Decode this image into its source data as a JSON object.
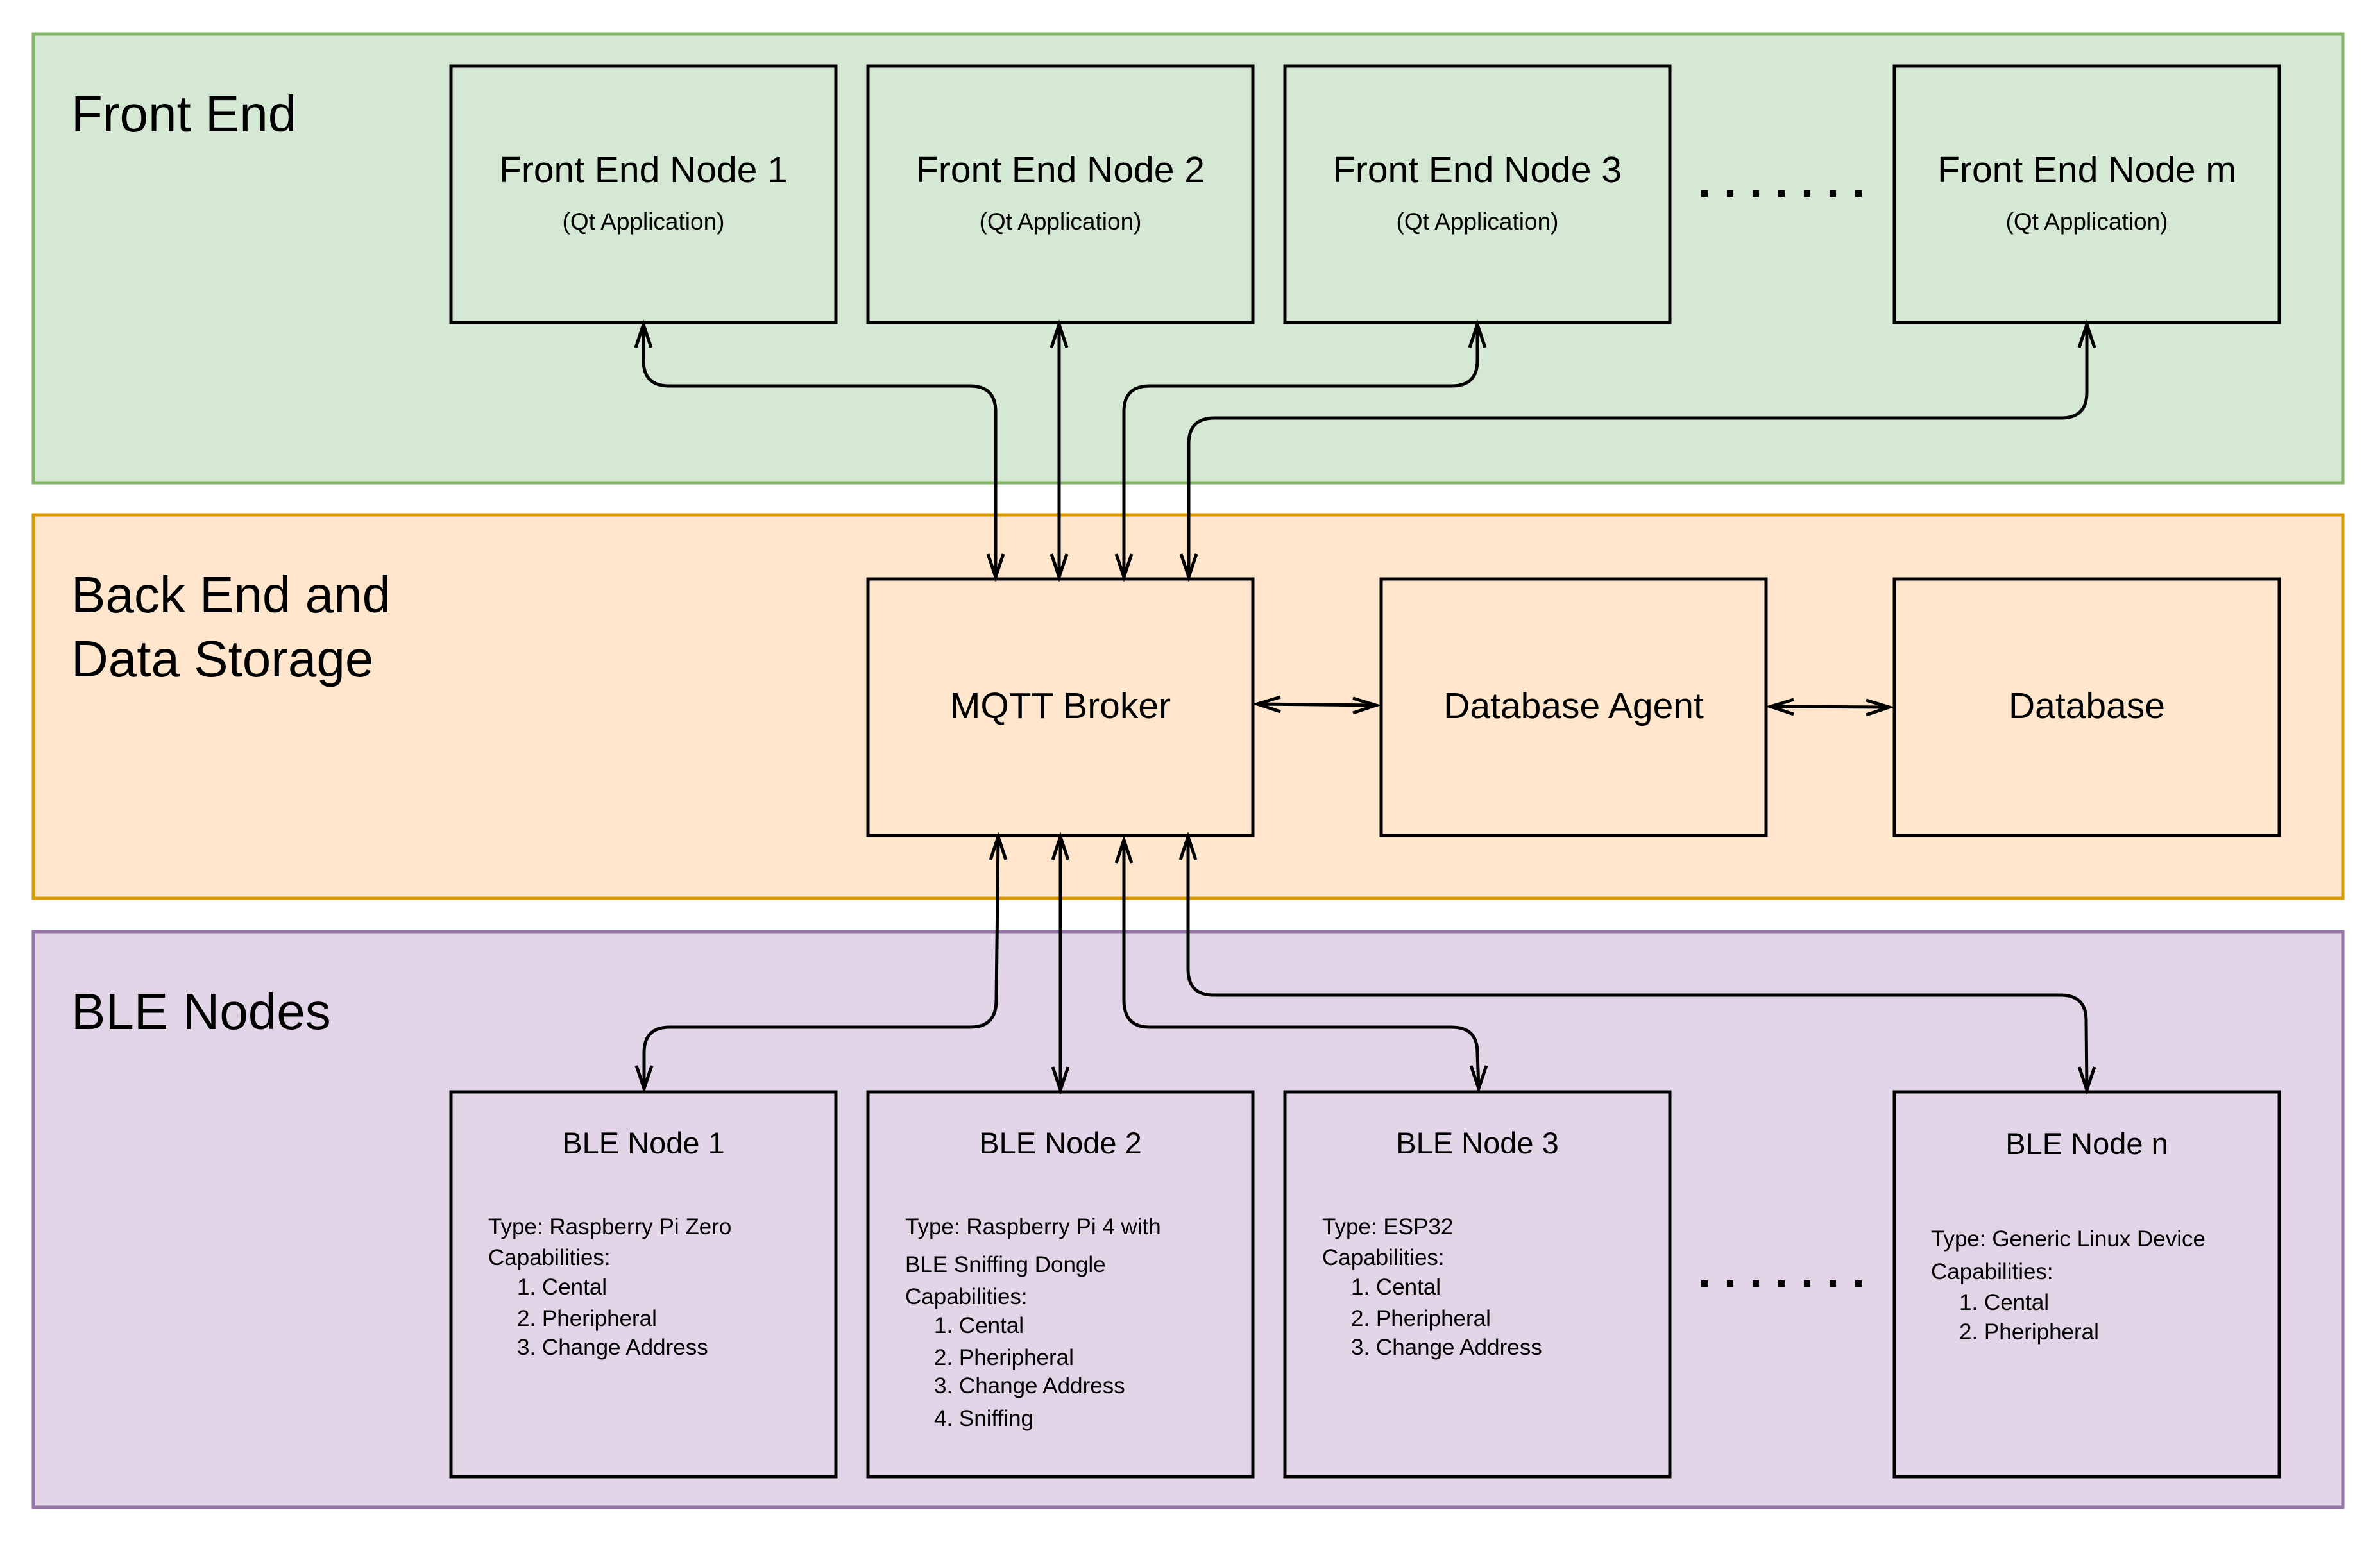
{
  "colors": {
    "front_end_fill": "#d5e8d4",
    "front_end_border": "#82b366",
    "back_end_fill": "#ffe6cc",
    "back_end_border": "#d79b00",
    "ble_fill": "#e1d5e7",
    "ble_border": "#9673a6",
    "line": "#000000"
  },
  "sections": {
    "front_end": {
      "label": "Front End"
    },
    "back_end": {
      "label_line1": "Back End and",
      "label_line2": "Data Storage"
    },
    "ble": {
      "label": "BLE Nodes"
    }
  },
  "front_end_nodes": [
    {
      "title": "Front End Node 1",
      "subtitle": "(Qt Application)"
    },
    {
      "title": "Front End Node 2",
      "subtitle": "(Qt Application)"
    },
    {
      "title": "Front End Node 3",
      "subtitle": "(Qt Application)"
    },
    {
      "title": "Front End Node m",
      "subtitle": "(Qt Application)"
    }
  ],
  "front_end_ellipsis": "·······",
  "back_end_nodes": {
    "broker": "MQTT Broker",
    "db_agent": "Database Agent",
    "database": "Database"
  },
  "ble_nodes": [
    {
      "title": "BLE Node 1",
      "type_lines": [
        "Type: Raspberry Pi Zero"
      ],
      "capabilities_label": "Capabilities:",
      "capabilities": [
        "1. Cental",
        "2. Pheripheral",
        "3. Change Address"
      ]
    },
    {
      "title": "BLE Node 2",
      "type_lines": [
        "Type: Raspberry Pi 4 with",
        "BLE Sniffing Dongle"
      ],
      "capabilities_label": "Capabilities:",
      "capabilities": [
        "1. Cental",
        "2. Pheripheral",
        "3. Change Address",
        "4. Sniffing"
      ]
    },
    {
      "title": "BLE Node 3",
      "type_lines": [
        "Type: ESP32"
      ],
      "capabilities_label": "Capabilities:",
      "capabilities": [
        "1. Cental",
        "2. Pheripheral",
        "3. Change Address"
      ]
    },
    {
      "title": "BLE Node n",
      "type_lines": [
        "Type: Generic Linux Device"
      ],
      "capabilities_label": "Capabilities:",
      "capabilities": [
        "1. Cental",
        "2. Pheripheral"
      ]
    }
  ],
  "connections": [
    {
      "from": "Front End Node 1",
      "to": "MQTT Broker",
      "direction": "bidirectional"
    },
    {
      "from": "Front End Node 2",
      "to": "MQTT Broker",
      "direction": "bidirectional"
    },
    {
      "from": "Front End Node 3",
      "to": "MQTT Broker",
      "direction": "bidirectional"
    },
    {
      "from": "Front End Node m",
      "to": "MQTT Broker",
      "direction": "bidirectional"
    },
    {
      "from": "MQTT Broker",
      "to": "Database Agent",
      "direction": "bidirectional"
    },
    {
      "from": "Database Agent",
      "to": "Database",
      "direction": "bidirectional"
    },
    {
      "from": "MQTT Broker",
      "to": "BLE Node 1",
      "direction": "bidirectional"
    },
    {
      "from": "MQTT Broker",
      "to": "BLE Node 2",
      "direction": "bidirectional"
    },
    {
      "from": "MQTT Broker",
      "to": "BLE Node 3",
      "direction": "bidirectional"
    },
    {
      "from": "MQTT Broker",
      "to": "BLE Node n",
      "direction": "bidirectional"
    }
  ]
}
